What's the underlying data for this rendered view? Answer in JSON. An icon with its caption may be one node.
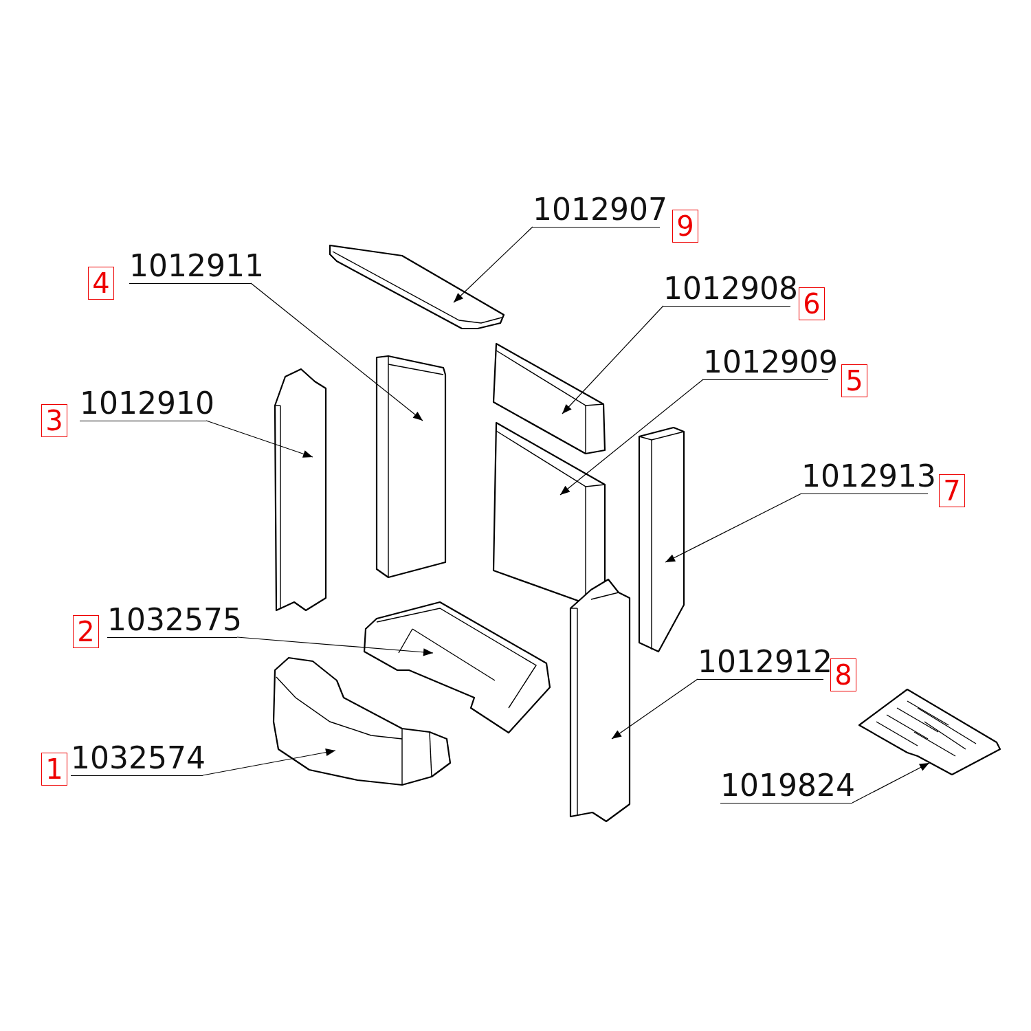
{
  "diagram": {
    "nodes": [
      {
        "text": [
          "1012907"
        ],
        "beside": [
          "9"
        ]
      },
      {
        "text": [
          "1012911"
        ],
        "beside": [
          "4"
        ]
      },
      {
        "text": [
          "1012908"
        ],
        "beside": [
          "6"
        ]
      },
      {
        "text": [
          "1012909"
        ],
        "beside": [
          "5"
        ]
      },
      {
        "text": [
          "1012910"
        ],
        "beside": [
          "3"
        ]
      },
      {
        "text": [
          "1012913"
        ],
        "beside": [
          "7"
        ]
      },
      {
        "text": [
          "1032575"
        ],
        "beside": [
          "2"
        ]
      },
      {
        "text": [
          "1012912"
        ],
        "beside": [
          "8"
        ]
      },
      {
        "text": [
          "1032574"
        ],
        "beside": [
          "1"
        ]
      },
      {
        "text": [
          "1019824"
        ]
      },
      {
        "text": [],
        "shape": "picture"
      },
      {
        "text": [],
        "shape": "picture"
      },
      {
        "text": [],
        "shape": "picture"
      },
      {
        "text": [],
        "shape": "picture"
      },
      {
        "text": [],
        "shape": "picture"
      },
      {
        "text": [],
        "shape": "picture"
      },
      {
        "text": [],
        "shape": "picture"
      },
      {
        "text": [],
        "shape": "picture"
      },
      {
        "text": [],
        "shape": "picture"
      },
      {
        "text": [],
        "shape": "picture"
      }
    ],
    "edges": [
      {
        "from": 0,
        "to": 10,
        "arrow": "to"
      },
      {
        "from": 1,
        "to": 11,
        "arrow": "to"
      },
      {
        "from": 2,
        "to": 12,
        "arrow": "to"
      },
      {
        "from": 3,
        "to": 13,
        "arrow": "to"
      },
      {
        "from": 4,
        "to": 14,
        "arrow": "to"
      },
      {
        "from": 5,
        "to": 15,
        "arrow": "to"
      },
      {
        "from": 6,
        "to": 16,
        "arrow": "to"
      },
      {
        "from": 7,
        "to": 17,
        "arrow": "to"
      },
      {
        "from": 8,
        "to": 18,
        "arrow": "to"
      },
      {
        "from": 9,
        "to": 19,
        "arrow": "to"
      }
    ]
  }
}
